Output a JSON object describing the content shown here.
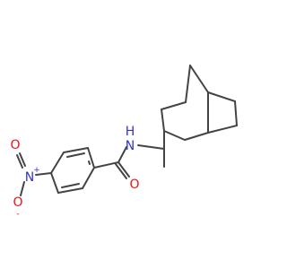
{
  "molecule": {
    "atoms": {
      "N_amide": {
        "symbol": "N",
        "h": "H"
      },
      "O_carbonyl": {
        "symbol": "O"
      },
      "N_nitro": {
        "symbol": "N",
        "charge": "+"
      },
      "O_nitro_top": {
        "symbol": "O"
      },
      "O_nitro_bottom": {
        "symbol": "O",
        "charge": "-"
      }
    },
    "colors": {
      "bond": "#444444",
      "nitrogen": "#3333cc",
      "oxygen": "#ee1111"
    }
  }
}
